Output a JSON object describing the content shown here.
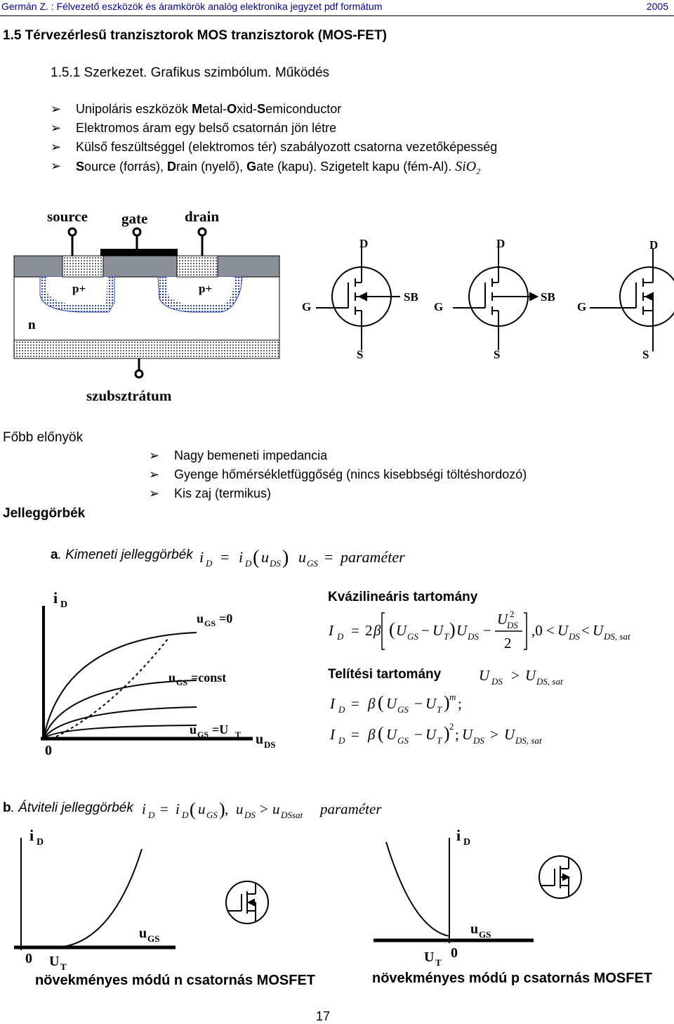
{
  "header": {
    "left": "Germán Z. : Félvezető eszközök és áramkörök analóg elektronika jegyzet pdf formátum",
    "right": "2005"
  },
  "section_title": "1.5 Térvezérlesű tranzisztorok MOS tranzisztorok (MOS-FET)",
  "subsection_title": "1.5.1 Szerkezet. Grafikus szimbólum. Működés",
  "bullets_intro": [
    {
      "bold": "",
      "rest": "Unipoláris eszközök ",
      "parts": [
        "M",
        "etal-",
        "O",
        "xid-",
        "S",
        "emiconductor"
      ]
    },
    {
      "text": "Elektromos áram egy belső csatornán jön létre"
    },
    {
      "text": "Külső feszültséggel (elektromos tér) szabályozott csatorna vezetőképesség"
    },
    {
      "parts": [
        "S",
        "ource (forrás), ",
        "D",
        "rain (nyelő), ",
        "G",
        "ate (kapu). Szigetelt kapu (fém-Al). "
      ],
      "math": "SiO",
      "sub": "2"
    }
  ],
  "structure_labels": {
    "source": "source",
    "gate": "gate",
    "drain": "drain",
    "p1": "p+",
    "p2": "p+",
    "n": "n",
    "substrate": "szubsztrátum"
  },
  "symbol_labels": {
    "d": "D",
    "g": "G",
    "s": "S",
    "sb": "SB"
  },
  "advantages_title": "Főbb előnyök",
  "advantages": [
    "Nagy bemeneti impedancia",
    "Gyenge hőmérsékletfüggőség (nincs kisebbségi töltéshordozó)",
    "Kis zaj (termikus)"
  ],
  "curves_title": "Jelleggörbék",
  "part_a": {
    "letter": "a",
    "text": ". Kimeneti jelleggörbék"
  },
  "output_plot": {
    "y_label": "i",
    "y_sub": "D",
    "x_label": "u",
    "x_sub": "DS",
    "origin": "0",
    "l1": "u",
    "l1_sub": "GS",
    "l1_rest": "=0",
    "l2": "u",
    "l2_sub": "GS",
    "l2_rest": "=const",
    "l3": "u",
    "l3_sub": "GS",
    "l3_rest": "=U",
    "l3_sub2": "T"
  },
  "quasi_linear_title": "Kvázilineáris tartomány",
  "saturation_title": "Telítési tartomány",
  "part_b": {
    "letter": "b",
    "text": ". Átviteli jelleggörbék"
  },
  "param_word": "paraméter",
  "transfer_left": {
    "y_label": "i",
    "y_sub": "D",
    "x_label": "u",
    "x_sub": "GS",
    "origin": "0",
    "ut": "U",
    "ut_sub": "T",
    "caption": "növekményes módú n csatornás MOSFET"
  },
  "transfer_right": {
    "y_label": "i",
    "y_sub": "D",
    "x_label": "u",
    "x_sub": "GS",
    "origin": "0",
    "ut": "U",
    "ut_sub": "T",
    "caption": "növekményes módú p csatornás MOSFET"
  },
  "page_number": "17"
}
